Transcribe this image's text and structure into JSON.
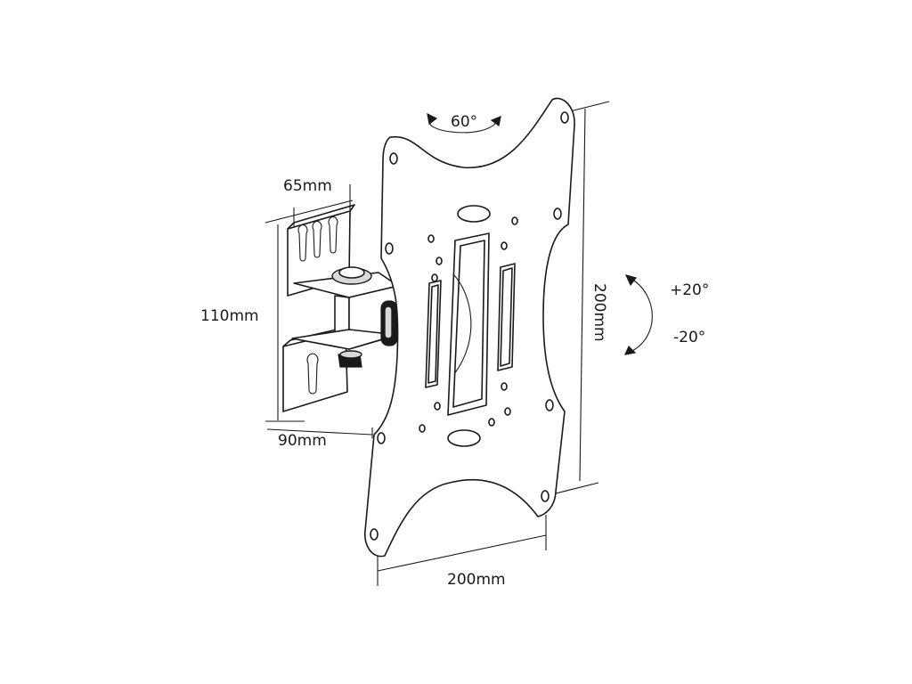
{
  "diagram": {
    "labels": {
      "swivel": "60°",
      "wall_width": "65mm",
      "wall_height": "110mm",
      "depth": "90mm",
      "plate_width": "200mm",
      "plate_height": "200mm",
      "tilt_up": "+20°",
      "tilt_down": "-20°"
    }
  }
}
